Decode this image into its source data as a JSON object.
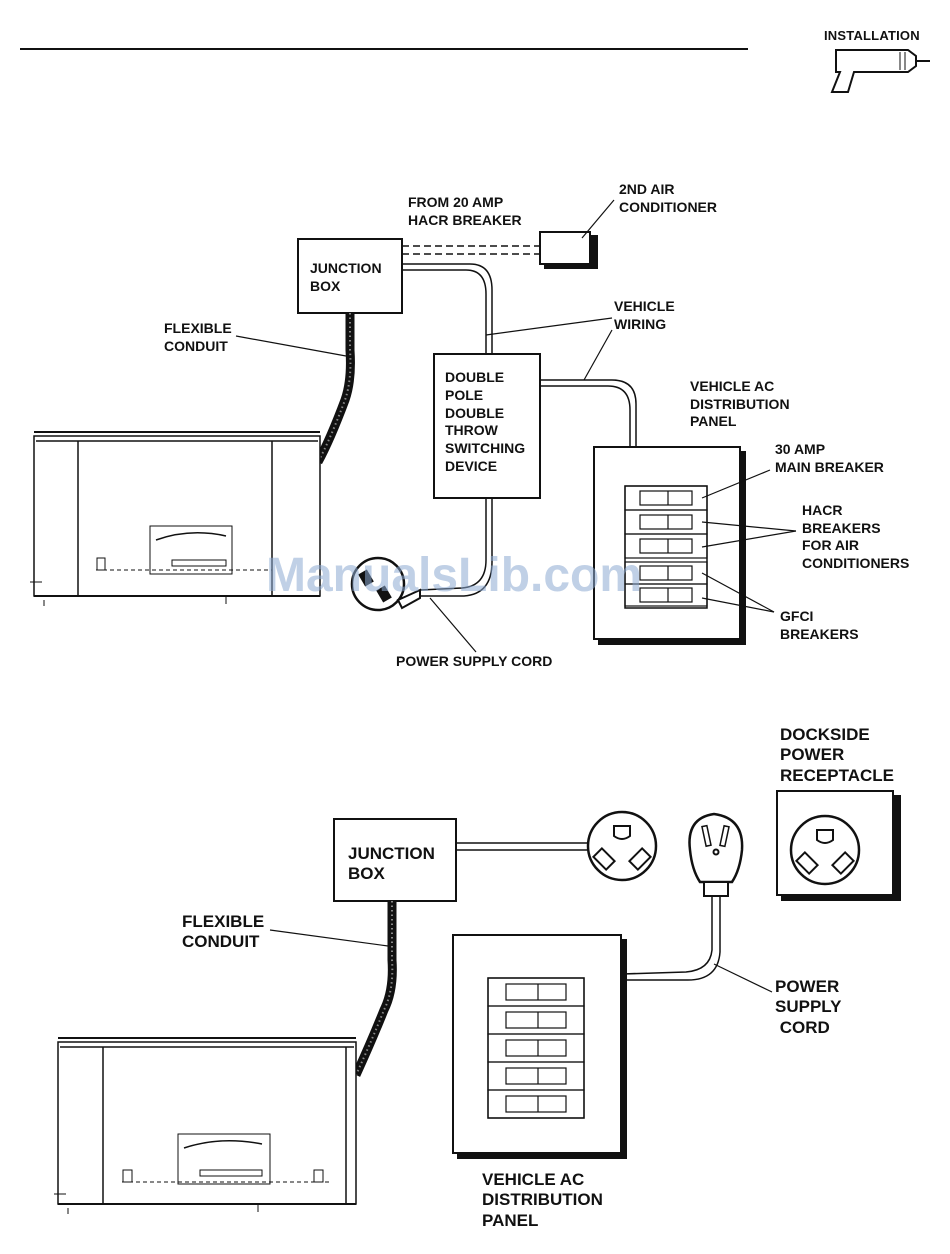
{
  "header": {
    "section_label": "INSTALLATION",
    "icon": "drill-icon"
  },
  "diagram1": {
    "from_breaker": "FROM 20 AMP\nHACR BREAKER",
    "second_ac": "2ND AIR\nCONDITIONER",
    "junction_box": "JUNCTION\nBOX",
    "flexible_conduit": "FLEXIBLE\nCONDUIT",
    "vehicle_wiring": "VEHICLE\nWIRING",
    "switching_device": "DOUBLE\nPOLE\nDOUBLE\nTHROW\nSWITCHING\nDEVICE",
    "distribution_panel": "VEHICLE AC\nDISTRIBUTION\nPANEL",
    "main_breaker": "30 AMP\nMAIN BREAKER",
    "hacr_breakers": "HACR\nBREAKERS\nFOR AIR\nCONDITIONERS",
    "gfci_breakers": "GFCI\nBREAKERS",
    "power_cord": "POWER SUPPLY CORD"
  },
  "diagram2": {
    "dockside": "DOCKSIDE\nPOWER\nRECEPTACLE",
    "junction_box": "JUNCTION\nBOX",
    "flexible_conduit": "FLEXIBLE\nCONDUIT",
    "power_cord": "POWER\nSUPPLY\n CORD",
    "distribution_panel": "VEHICLE AC\nDISTRIBUTION\nPANEL"
  },
  "watermark": "ManualsLib.com",
  "colors": {
    "line": "#111111",
    "watermark": "#8caad2"
  }
}
